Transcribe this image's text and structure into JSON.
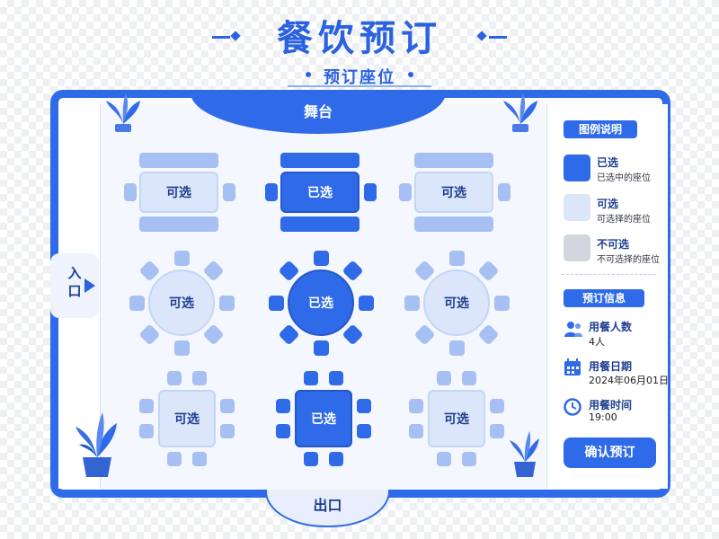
{
  "header": {
    "title": "餐饮预订",
    "subtitle": "预订座位"
  },
  "hall": {
    "stage_label": "舞台",
    "entrance_label": "入口",
    "exit_label": "出口"
  },
  "tables": {
    "rect_1": "可选",
    "rect_2": "已选",
    "rect_3": "可选",
    "round_1": "可选",
    "round_2": "已选",
    "round_3": "可选",
    "square_1": "可选",
    "square_2": "已选",
    "square_3": "可选"
  },
  "legend": {
    "title": "图例说明",
    "items": [
      {
        "label": "已选",
        "desc": "已选中的座位"
      },
      {
        "label": "可选",
        "desc": "可选择的座位"
      },
      {
        "label": "不可选",
        "desc": "不可选择的座位"
      }
    ]
  },
  "booking": {
    "title": "预订信息",
    "party_size_label": "用餐人数",
    "party_size_value": "4人",
    "date_label": "用餐日期",
    "date_value": "2024年06月01日",
    "time_label": "用餐时间",
    "time_value": "19:00",
    "confirm_label": "确认预订"
  },
  "colors": {
    "primary": "#2f6ae8",
    "available": "#dbe6fb",
    "unavailable": "#d2d7df"
  }
}
